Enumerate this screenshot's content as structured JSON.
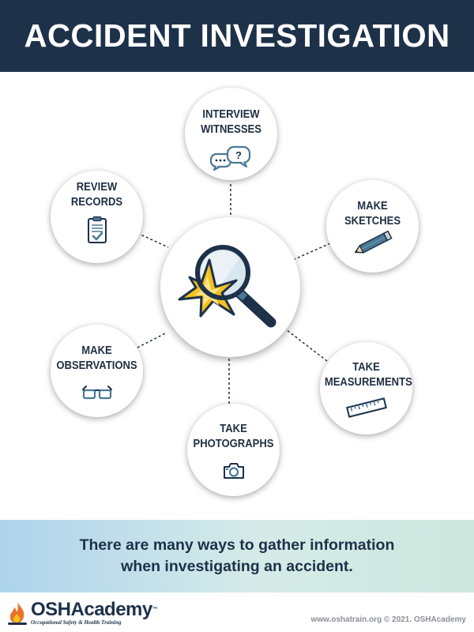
{
  "header": {
    "title": "ACCIDENT INVESTIGATION"
  },
  "nodes": {
    "interview": {
      "line1": "INTERVIEW",
      "line2": "WITNESSES",
      "icon": "speech-bubbles-icon",
      "icon_text": "...?"
    },
    "review": {
      "line1": "REVIEW",
      "line2": "RECORDS",
      "icon": "clipboard-check-icon"
    },
    "sketches": {
      "line1": "MAKE",
      "line2": "SKETCHES",
      "icon": "pencil-icon"
    },
    "observations": {
      "line1": "MAKE",
      "line2": "OBSERVATIONS",
      "icon": "glasses-icon"
    },
    "measurements": {
      "line1": "TAKE",
      "line2": "MEASUREMENTS",
      "icon": "ruler-icon"
    },
    "photographs": {
      "line1": "TAKE",
      "line2": "PHOTOGRAPHS",
      "icon": "camera-icon"
    }
  },
  "center": {
    "icon": "magnifying-glass-icon",
    "accent_icon": "starburst-icon"
  },
  "banner": {
    "line1": "There are many ways to gather information",
    "line2": "when investigating an accident."
  },
  "footer": {
    "logo_text": "OSHAcademy",
    "logo_tm": "™",
    "logo_tagline": "Occupational Safety & Health Training",
    "credit": "www.oshatrain.org © 2021. OSHAcademy"
  },
  "colors": {
    "navy": "#1d3149",
    "text": "#1f2f42",
    "icon_blue": "#4a7896",
    "star_yellow": "#f4c21f",
    "flame_orange": "#e8742a"
  }
}
